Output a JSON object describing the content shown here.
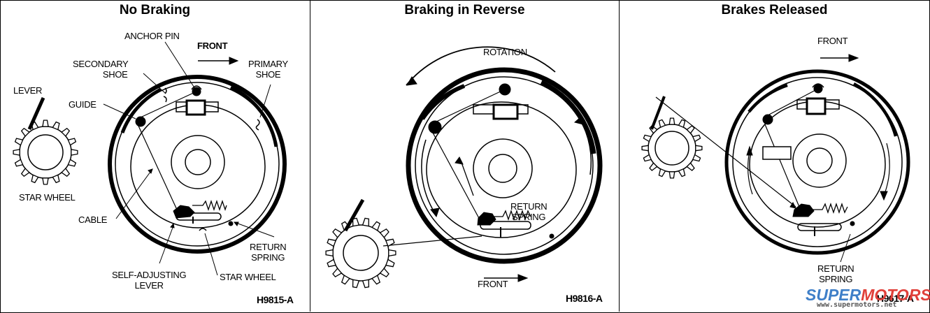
{
  "panels": [
    {
      "id": "no-braking",
      "title": "No Braking",
      "code": "H9815-A",
      "labels": {
        "anchor_pin": "ANCHOR PIN",
        "front": "FRONT",
        "secondary_shoe_1": "SECONDARY",
        "secondary_shoe_2": "SHOE",
        "primary_shoe_1": "PRIMARY",
        "primary_shoe_2": "SHOE",
        "lever": "LEVER",
        "guide": "GUIDE",
        "star_wheel_left": "STAR WHEEL",
        "cable": "CABLE",
        "return_spring_1": "RETURN",
        "return_spring_2": "SPRING",
        "self_adjusting_1": "SELF-ADJUSTING",
        "self_adjusting_2": "LEVER",
        "star_wheel_bottom": "STAR WHEEL"
      }
    },
    {
      "id": "braking-in-reverse",
      "title": "Braking in Reverse",
      "code": "H9816-A",
      "labels": {
        "rotation": "ROTATION",
        "return_spring_1": "RETURN",
        "return_spring_2": "SPRING",
        "front": "FRONT"
      }
    },
    {
      "id": "brakes-released",
      "title": "Brakes Released",
      "code": "H9617-A",
      "labels": {
        "front": "FRONT",
        "return_spring_1": "RETURN",
        "return_spring_2": "SPRING"
      }
    }
  ],
  "watermark": {
    "brand_part1": "SUPER",
    "brand_part2": "MOTORS",
    "url": "www.supermotors.net",
    "colors": {
      "blue": "#3f7fc8",
      "red": "#e0403a"
    }
  }
}
